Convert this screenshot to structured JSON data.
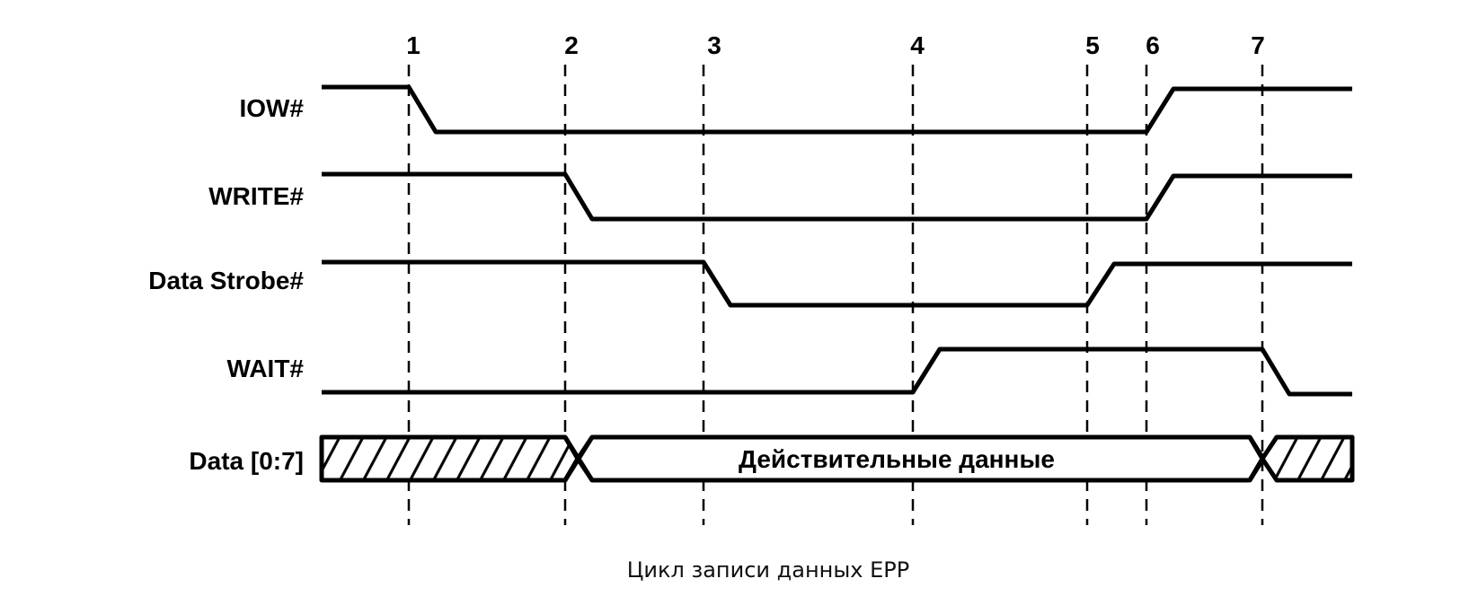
{
  "markers": [
    "1",
    "2",
    "3",
    "4",
    "5",
    "6",
    "7"
  ],
  "signals": [
    {
      "name": "IOW#",
      "transitions": [
        {
          "at": "1",
          "to": "low"
        },
        {
          "at": "6",
          "to": "high"
        }
      ]
    },
    {
      "name": "WRITE#",
      "transitions": [
        {
          "at": "2",
          "to": "low"
        },
        {
          "at": "6",
          "to": "high"
        }
      ]
    },
    {
      "name": "Data Strobe#",
      "transitions": [
        {
          "at": "3",
          "to": "low"
        },
        {
          "at": "5",
          "to": "high"
        }
      ]
    },
    {
      "name": "WAIT#",
      "transitions": [
        {
          "at": "4",
          "to": "high"
        },
        {
          "at": "7",
          "to": "low"
        }
      ]
    }
  ],
  "data_bus": {
    "name": "Data [0:7]",
    "valid_label": "Действительные данные",
    "valid_from": "2",
    "valid_to": "7"
  },
  "caption": "Цикл записи данных EPP"
}
